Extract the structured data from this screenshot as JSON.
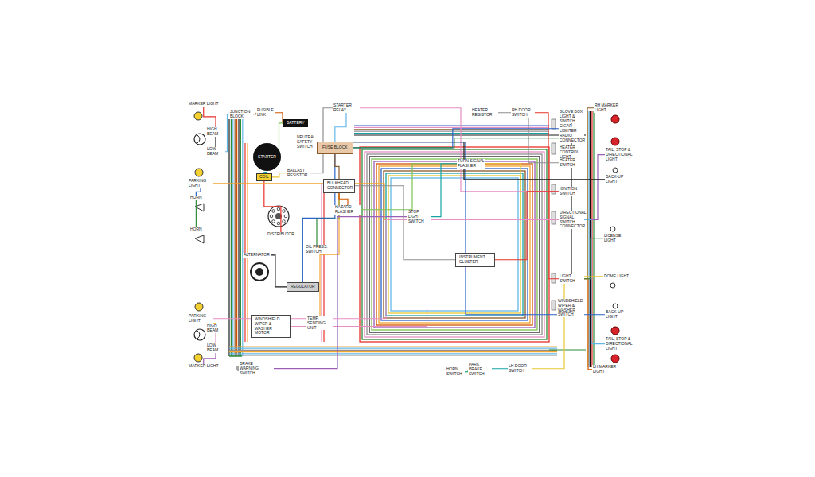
{
  "diagram": {
    "nodes": [
      {
        "text": [
          "MARKER LIGHT"
        ]
      },
      {
        "text": [
          "HIGH BEAM"
        ]
      },
      {
        "text": [
          "LOW BEAM"
        ]
      },
      {
        "text": [
          "PARKING LIGHT"
        ]
      },
      {
        "text": [
          "HORN"
        ]
      },
      {
        "text": [
          "HORN"
        ]
      },
      {
        "text": [
          "PARKING LIGHT"
        ]
      },
      {
        "text": [
          "HIGH BEAM"
        ]
      },
      {
        "text": [
          "LOW BEAM"
        ]
      },
      {
        "text": [
          "MARKER LIGHT"
        ]
      },
      {
        "text": [
          "JUNCTION BLOCK"
        ]
      },
      {
        "text": [
          "FUSIBLE LINK"
        ]
      },
      {
        "text": [
          "BATTERY"
        ]
      },
      {
        "text": [
          "STARTER"
        ]
      },
      {
        "text": [
          "COIL"
        ]
      },
      {
        "text": [
          "NEUTRAL SAFETY SWITCH"
        ]
      },
      {
        "text": [
          "BALLAST RESISTOR"
        ]
      },
      {
        "text": [
          "DISTRIBUTOR"
        ]
      },
      {
        "text": [
          "OIL PRESS. SWITCH"
        ]
      },
      {
        "text": [
          "ALTERNATOR"
        ]
      },
      {
        "text": [
          "REGULATOR"
        ]
      },
      {
        "text": [
          "WINDSHIELD WIPER & WASHER MOTOR"
        ]
      },
      {
        "text": [
          "TEMP. SENDING UNIT"
        ]
      },
      {
        "text": [
          "BRAKE WARNING SWITCH"
        ]
      },
      {
        "text": [
          "STARTER RELAY"
        ]
      },
      {
        "text": [
          "FUSE BLOCK"
        ]
      },
      {
        "text": [
          "BULKHEAD CONNECTOR"
        ]
      },
      {
        "text": [
          "HAZARD FLASHER"
        ]
      },
      {
        "text": [
          "STOP LIGHT SWITCH"
        ]
      },
      {
        "text": [
          "TURN SIGNAL FLASHER"
        ]
      },
      {
        "text": [
          "HEATER RESISTOR"
        ]
      },
      {
        "text": [
          "RH DOOR SWITCH"
        ]
      },
      {
        "text": [
          "GLOVE BOX LIGHT & SWITCH"
        ]
      },
      {
        "text": [
          "CIGAR LIGHTER"
        ]
      },
      {
        "text": [
          "RADIO CONNECTOR"
        ]
      },
      {
        "text": [
          "HEATER CONTROL LIGHT"
        ]
      },
      {
        "text": [
          "HEATER SWITCH"
        ]
      },
      {
        "text": [
          "IGNITION SWITCH"
        ]
      },
      {
        "text": [
          "DIRECTIONAL SIGNAL SWITCH CONNECTOR"
        ]
      },
      {
        "text": [
          "LIGHT SWITCH"
        ]
      },
      {
        "text": [
          "WINDSHIELD WIPER & WASHER SWITCH"
        ]
      },
      {
        "text": [
          "PARK BRAKE SWITCH"
        ]
      },
      {
        "text": [
          "HORN SWITCH"
        ]
      },
      {
        "text": [
          "LH DOOR SWITCH"
        ]
      },
      {
        "text": [
          "INSTRUMENT CLUSTER"
        ]
      },
      {
        "text": [
          "RH MARKER LIGHT"
        ]
      },
      {
        "text": [
          "TAIL, STOP & DIRECTIONAL LIGHT"
        ]
      },
      {
        "text": [
          "BACK-UP LIGHT"
        ]
      },
      {
        "text": [
          "LICENSE LIGHT"
        ]
      },
      {
        "text": [
          "BACK-UP LIGHT"
        ]
      },
      {
        "text": [
          "TAIL, STOP & DIRECTIONAL LIGHT"
        ]
      },
      {
        "text": [
          "LH MARKER LIGHT"
        ]
      },
      {
        "text": [
          "DOME LIGHT"
        ]
      }
    ],
    "edges": [
      {
        "from": 0,
        "to": 1,
        "arrow": "none"
      },
      {
        "from": 1,
        "to": 2,
        "arrow": "none"
      },
      {
        "from": 3,
        "to": 4,
        "arrow": "none"
      },
      {
        "from": 4,
        "to": 5,
        "arrow": "none"
      },
      {
        "from": 6,
        "to": 7,
        "arrow": "none"
      },
      {
        "from": 7,
        "to": 8,
        "arrow": "none"
      },
      {
        "from": 8,
        "to": 9,
        "arrow": "none"
      },
      {
        "from": 2,
        "to": 10,
        "arrow": "none"
      },
      {
        "from": 10,
        "to": 11,
        "arrow": "none"
      },
      {
        "from": 11,
        "to": 12,
        "arrow": "none"
      },
      {
        "from": 12,
        "to": 13,
        "arrow": "none"
      },
      {
        "from": 13,
        "to": 14,
        "arrow": "none"
      },
      {
        "from": 14,
        "to": 16,
        "arrow": "none"
      },
      {
        "from": 16,
        "to": 24,
        "arrow": "none"
      },
      {
        "from": 17,
        "to": 14,
        "arrow": "none"
      },
      {
        "from": 19,
        "to": 20,
        "arrow": "none"
      },
      {
        "from": 20,
        "to": 25,
        "arrow": "none"
      },
      {
        "from": 18,
        "to": 26,
        "arrow": "none"
      },
      {
        "from": 22,
        "to": 26,
        "arrow": "none"
      },
      {
        "from": 21,
        "to": 40,
        "arrow": "none"
      },
      {
        "from": 23,
        "to": 28,
        "arrow": "none"
      },
      {
        "from": 24,
        "to": 25,
        "arrow": "none"
      },
      {
        "from": 25,
        "to": 26,
        "arrow": "none"
      },
      {
        "from": 26,
        "to": 27,
        "arrow": "none"
      },
      {
        "from": 27,
        "to": 29,
        "arrow": "none"
      },
      {
        "from": 28,
        "to": 29,
        "arrow": "none"
      },
      {
        "from": 29,
        "to": 38,
        "arrow": "none"
      },
      {
        "from": 30,
        "to": 36,
        "arrow": "none"
      },
      {
        "from": 31,
        "to": 39,
        "arrow": "none"
      },
      {
        "from": 32,
        "to": 39,
        "arrow": "none"
      },
      {
        "from": 33,
        "to": 25,
        "arrow": "none"
      },
      {
        "from": 34,
        "to": 25,
        "arrow": "none"
      },
      {
        "from": 35,
        "to": 36,
        "arrow": "none"
      },
      {
        "from": 37,
        "to": 24,
        "arrow": "none"
      },
      {
        "from": 38,
        "to": 46,
        "arrow": "none"
      },
      {
        "from": 38,
        "to": 50,
        "arrow": "none"
      },
      {
        "from": 39,
        "to": 45,
        "arrow": "none"
      },
      {
        "from": 39,
        "to": 51,
        "arrow": "none"
      },
      {
        "from": 41,
        "to": 42,
        "arrow": "none"
      },
      {
        "from": 42,
        "to": 43,
        "arrow": "none"
      },
      {
        "from": 43,
        "to": 52,
        "arrow": "none"
      },
      {
        "from": 44,
        "to": 26,
        "arrow": "none"
      },
      {
        "from": 44,
        "to": 37,
        "arrow": "none"
      },
      {
        "from": 47,
        "to": 15,
        "arrow": "none"
      },
      {
        "from": 49,
        "to": 15,
        "arrow": "none"
      },
      {
        "from": 48,
        "to": 39,
        "arrow": "none"
      },
      {
        "from": 3,
        "to": 38,
        "arrow": "none"
      },
      {
        "from": 6,
        "to": 38,
        "arrow": "none"
      }
    ]
  }
}
